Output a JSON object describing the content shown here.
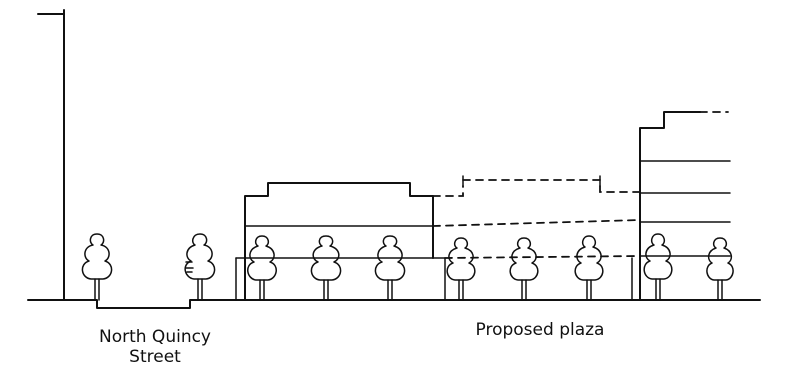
{
  "labels": {
    "street_line1": "North Quincy",
    "street_line2": "Street",
    "plaza": "Proposed plaza"
  }
}
